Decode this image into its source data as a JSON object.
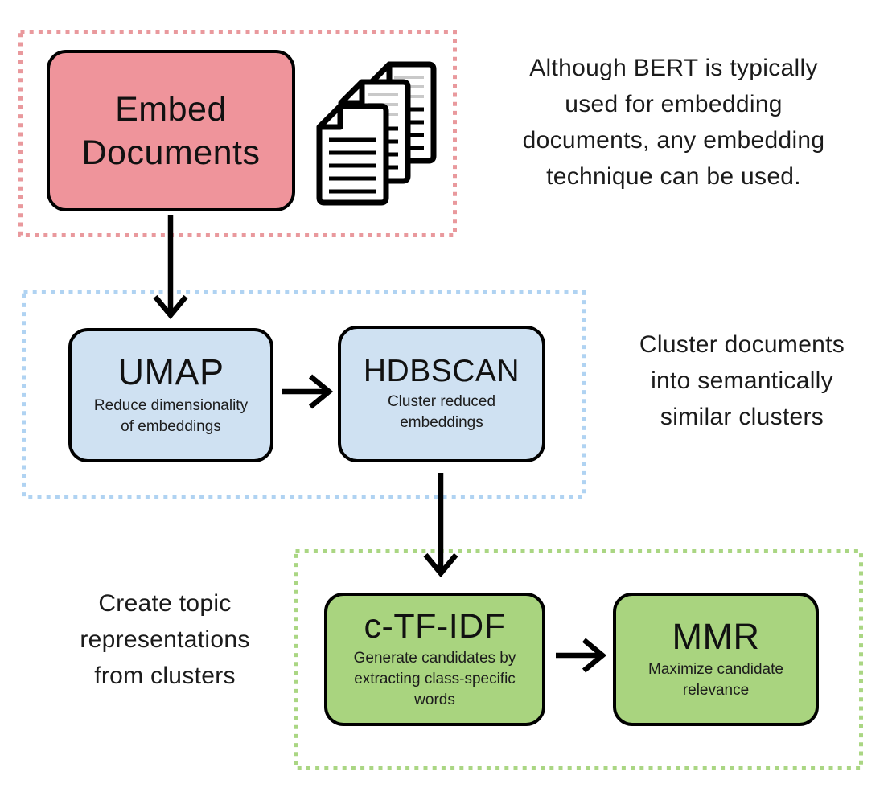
{
  "nodes": {
    "embed": {
      "title_lines": [
        "Embed",
        "Documents"
      ]
    },
    "umap": {
      "title": "UMAP",
      "subtitle_lines": [
        "Reduce dimensionality",
        "of embeddings"
      ]
    },
    "hdbscan": {
      "title": "HDBSCAN",
      "subtitle_lines": [
        "Cluster reduced",
        "embeddings"
      ]
    },
    "ctfidf": {
      "title": "c-TF-IDF",
      "subtitle_lines": [
        "Generate candidates by",
        "extracting class-specific",
        "words"
      ]
    },
    "mmr": {
      "title": "MMR",
      "subtitle_lines": [
        "Maximize candidate",
        "relevance"
      ]
    }
  },
  "annotations": {
    "embed": {
      "lines": [
        "Although BERT is typically",
        "used for embedding",
        "documents, any embedding",
        "technique can be used."
      ]
    },
    "cluster": {
      "lines": [
        "Cluster documents",
        "into semantically",
        "similar clusters"
      ]
    },
    "topics": {
      "lines": [
        "Create topic",
        "representations",
        "from clusters"
      ]
    }
  },
  "icons": {
    "documents": "documents-stack-icon"
  },
  "colors": {
    "embed_fill": "#ef949b",
    "embed_section_dots": "#e9999d",
    "cluster_fill": "#cfe1f2",
    "cluster_section_dots": "#b0d3f2",
    "topic_fill": "#a9d47f",
    "topic_section_dots": "#aad683",
    "node_outline": "#000000",
    "text": "#1d1d1d"
  }
}
